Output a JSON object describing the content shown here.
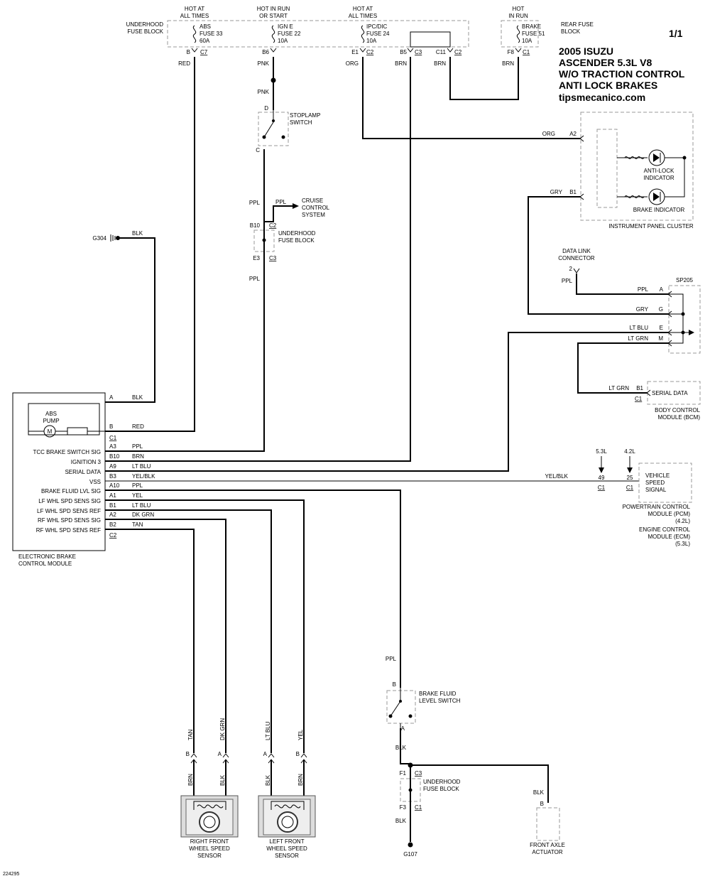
{
  "header": {
    "page": "1/1",
    "title_lines": [
      "2005 ISUZU",
      "ASCENDER  5.3L V8",
      "W/O TRACTION CONTROL",
      "ANTI LOCK BRAKES"
    ],
    "site": "tipsmecanico.com"
  },
  "power": {
    "hot_all1": [
      "HOT AT",
      "ALL TIMES"
    ],
    "hot_run_start": [
      "HOT IN RUN",
      "OR START"
    ],
    "hot_all2": [
      "HOT AT",
      "ALL TIMES"
    ],
    "hot_run": [
      "HOT",
      "IN RUN"
    ],
    "underhood_fb": [
      "UNDERHOOD",
      "FUSE BLOCK"
    ],
    "rear_fb": [
      "REAR FUSE",
      "BLOCK"
    ],
    "fuse_abs": [
      "ABS",
      "FUSE 33",
      "60A"
    ],
    "fuse_ign": [
      "IGN E",
      "FUSE 22",
      "10A"
    ],
    "fuse_ipc": [
      "IPC/DIC",
      "FUSE 24",
      "10A"
    ],
    "fuse_brake": [
      "BRAKE",
      "FUSE 51",
      "10A"
    ]
  },
  "pins": {
    "fb_b": "B",
    "fb_c7": "C7",
    "fb_b6": "B6",
    "fb_e1": "E1",
    "fb_c2a": "C2",
    "fb_b5": "B5",
    "fb_c3a": "C3",
    "fb_c11": "C11",
    "fb_c2b": "C2",
    "fb_f8": "F8",
    "fb_c1a": "C1",
    "sw_d": "D",
    "sw_c": "C",
    "uf_b10": "B10",
    "uf_c2": "C2",
    "uf_e3": "E3",
    "uf_c3": "C3",
    "ipc_a2": "A2",
    "ipc_b1": "B1",
    "dlc_2": "2",
    "sp_a": "A",
    "sp_g": "G",
    "sp_e": "E",
    "sp_m": "M",
    "bcm_b1": "B1",
    "bcm_c1": "C1",
    "pcm_49": "49",
    "pcm_25": "25",
    "pcm_c1a": "C1",
    "pcm_c1b": "C1",
    "pcm_53": "5.3L",
    "pcm_42": "4.2L",
    "ebcm_a": "A",
    "ebcm_b": "B",
    "ebcm_c1": "C1",
    "ebcm_a3": "A3",
    "ebcm_b10": "B10",
    "ebcm_a9": "A9",
    "ebcm_b3": "B3",
    "ebcm_a10": "A10",
    "ebcm_a1": "A1",
    "ebcm_b1": "B1",
    "ebcm_a2": "A2",
    "ebcm_b2": "B2",
    "ebcm_c2": "C2",
    "rf_b": "B",
    "rf_a": "A",
    "lf_a": "A",
    "lf_b": "B",
    "bfl_b": "B",
    "bfl_a": "A",
    "uf2_f1": "F1",
    "uf2_c3": "C3",
    "uf2_f3": "F3",
    "uf2_c1": "C1",
    "fa_b": "B"
  },
  "wires": {
    "red": "RED",
    "pnk1": "PNK",
    "pnk2": "PNK",
    "org1": "ORG",
    "brn1": "BRN",
    "brn2": "BRN",
    "brn3": "BRN",
    "org2": "ORG",
    "gry1": "GRY",
    "ppl_sw": "PPL",
    "ppl_cc": "PPL",
    "ppl_e3": "PPL",
    "blk_g304": "BLK",
    "ppl_dlc": "PPL",
    "ppl_sp": "PPL",
    "gry_sp": "GRY",
    "ltblu_sp": "LT BLU",
    "ltgrn_sp": "LT GRN",
    "ltgrn_bcm": "LT GRN",
    "yelblk_pcm": "YEL/BLK",
    "e_blk": "BLK",
    "e_red": "RED",
    "e_ppl": "PPL",
    "e_brn": "BRN",
    "e_ltblu": "LT BLU",
    "e_yelblk": "YEL/BLK",
    "e_ppl2": "PPL",
    "e_yel": "YEL",
    "e_ltblu2": "LT BLU",
    "e_dkgrn": "DK GRN",
    "e_tan": "TAN",
    "ppl_bfl": "PPL",
    "blk_bfl": "BLK",
    "blk_f3": "BLK",
    "blk_fa": "BLK",
    "v_tan": "TAN",
    "v_dkgrn": "DK GRN",
    "v_ltblu": "LT BLU",
    "v_yel": "YEL",
    "s_brn1": "BRN",
    "s_blk1": "BLK",
    "s_blk2": "BLK",
    "s_brn2": "BRN"
  },
  "components": {
    "stoplamp": [
      "STOPLAMP",
      "SWITCH"
    ],
    "cruise": [
      "CRUISE",
      "CONTROL",
      "SYSTEM"
    ],
    "uf_block": [
      "UNDERHOOD",
      "FUSE BLOCK"
    ],
    "abs_ind": [
      "ANTI-LOCK",
      "INDICATOR"
    ],
    "brake_ind": "BRAKE INDICATOR",
    "ipc": "INSTRUMENT PANEL CLUSTER",
    "dlc": [
      "DATA LINK",
      "CONNECTOR"
    ],
    "sp205": "SP205",
    "serial_data": "SERIAL DATA",
    "bcm": [
      "BODY CONTROL",
      "MODULE (BCM)"
    ],
    "vss": [
      "VEHICLE",
      "SPEED",
      "SIGNAL"
    ],
    "pcm": [
      "POWERTRAIN CONTROL",
      "MODULE (PCM)",
      "(4.2L)",
      "ENGINE CONTROL",
      "MODULE (ECM)",
      "(5.3L)"
    ],
    "g304": "G304",
    "abs_pump": [
      "ABS",
      "PUMP"
    ],
    "motor": "M",
    "ebcm": [
      "ELECTRONIC BRAKE",
      "CONTROL MODULE"
    ],
    "ebcm_sigs": [
      "TCC BRAKE SWITCH SIG",
      "IGNITION 3",
      "SERIAL DATA",
      "VSS",
      "BRAKE FLUID LVL SIG",
      "LF WHL SPD SENS SIG",
      "LF WHL SPD SENS REF",
      "RF WHL SPD SENS SIG",
      "RF WHL SPD SENS REF"
    ],
    "rf_sensor": [
      "RIGHT FRONT",
      "WHEEL SPEED",
      "SENSOR"
    ],
    "lf_sensor": [
      "LEFT FRONT",
      "WHEEL SPEED",
      "SENSOR"
    ],
    "bfl_switch": [
      "BRAKE FLUID",
      "LEVEL SWITCH"
    ],
    "uf2_block": [
      "UNDERHOOD",
      "FUSE BLOCK"
    ],
    "g107": "G107",
    "front_axle": [
      "FRONT AXLE",
      "ACTUATOR"
    ]
  },
  "footer": {
    "code": "224295"
  }
}
